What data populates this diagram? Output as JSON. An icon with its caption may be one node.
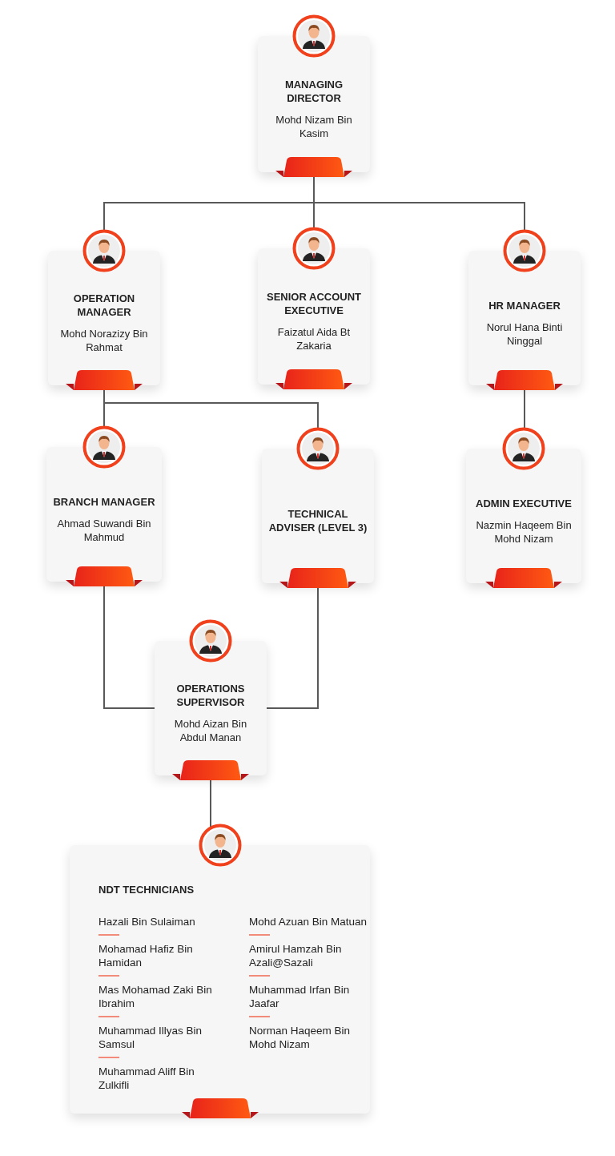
{
  "diagram": {
    "nodes": [
      {
        "text": [
          "MANAGING DIRECTOR",
          "Mohd Nizam Bin Kasim"
        ]
      },
      {
        "text": [
          "OPERATION MANAGER",
          "Mohd Norazizy Bin Rahmat"
        ]
      },
      {
        "text": [
          "SENIOR ACCOUNT EXECUTIVE",
          "Faizatul Aida Bt Zakaria"
        ]
      },
      {
        "text": [
          "HR MANAGER",
          "Norul Hana Binti Ninggal"
        ]
      },
      {
        "text": [
          "BRANCH MANAGER",
          "Ahmad Suwandi Bin Mahmud"
        ]
      },
      {
        "text": [
          "TECHNICAL ADVISER (LEVEL 3)"
        ]
      },
      {
        "text": [
          "ADMIN EXECUTIVE",
          "Nazmin Haqeem Bin Mohd Nizam"
        ]
      },
      {
        "text": [
          "OPERATIONS SUPERVISOR",
          "Mohd Aizan Bin Abdul Manan"
        ]
      },
      {
        "text": [
          "NDT TECHNICIANS",
          "Hazali Bin Sulaiman",
          "Mohamad Hafiz Bin Hamidan",
          "Mas Mohamad Zaki Bin Ibrahim",
          "Muhammad Illyas Bin Samsul",
          "Muhammad Aliff Bin Zulkifli",
          "Mohd Azuan Bin Matuan",
          "Amirul Hamzah Bin Azali@Sazali",
          "Muhammad Irfan Bin Jaafar",
          "Norman Haqeem Bin Mohd Nizam"
        ]
      }
    ],
    "edges": [
      {
        "from": 0,
        "to": 1,
        "arrow": "none"
      },
      {
        "from": 0,
        "to": 2,
        "arrow": "none"
      },
      {
        "from": 0,
        "to": 3,
        "arrow": "none"
      },
      {
        "from": 1,
        "to": 4,
        "arrow": "none"
      },
      {
        "from": 1,
        "to": 5,
        "arrow": "none"
      },
      {
        "from": 3,
        "to": 6,
        "arrow": "none"
      },
      {
        "from": 4,
        "to": 7,
        "arrow": "none"
      },
      {
        "from": 5,
        "to": 7,
        "arrow": "none"
      },
      {
        "from": 7,
        "to": 8,
        "arrow": "none"
      }
    ]
  }
}
